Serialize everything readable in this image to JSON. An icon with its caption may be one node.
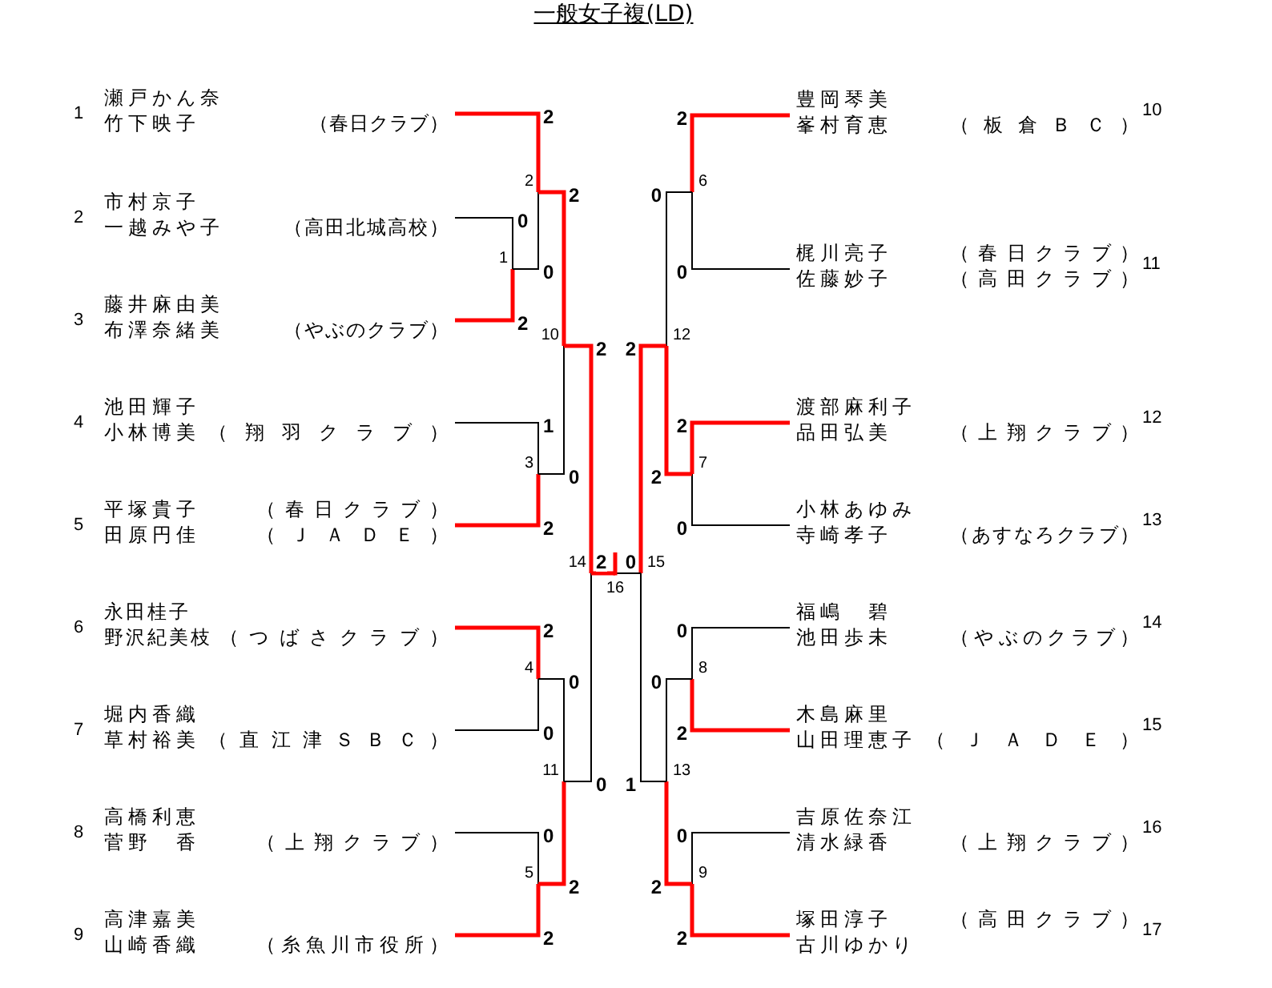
{
  "diagram": {
    "title": "一般女子複(LD)",
    "nodes": [
      {
        "text": [
          "瀬戸かん奈",
          "竹下映子",
          "（春日クラブ）"
        ],
        "beside": [
          "1"
        ]
      },
      {
        "text": [
          "市村京子",
          "一越みや子",
          "（高田北城高校）"
        ],
        "beside": [
          "2"
        ]
      },
      {
        "text": [
          "藤井麻由美",
          "布澤奈緒美",
          "（やぶのクラブ）"
        ],
        "beside": [
          "3"
        ]
      },
      {
        "text": [
          "池田輝子",
          "小林博美",
          "（翔羽クラブ）"
        ],
        "beside": [
          "4"
        ]
      },
      {
        "text": [
          "平塚貴子",
          "（春日クラブ）",
          "田原円佳",
          "（ＪＡＤＥ）"
        ],
        "beside": [
          "5"
        ]
      },
      {
        "text": [
          "永田桂子",
          "野沢紀美枝",
          "（つばさクラブ）"
        ],
        "beside": [
          "6"
        ]
      },
      {
        "text": [
          "堀内香織",
          "草村裕美",
          "（直江津ＳＢＣ）"
        ],
        "beside": [
          "7"
        ]
      },
      {
        "text": [
          "高橋利恵",
          "菅野　香",
          "（上翔クラブ）"
        ],
        "beside": [
          "8"
        ]
      },
      {
        "text": [
          "高津嘉美",
          "山崎香織",
          "（糸魚川市役所）"
        ],
        "beside": [
          "9"
        ]
      },
      {
        "text": [
          "豊岡琴美",
          "峯村育恵",
          "（板倉ＢＣ）"
        ],
        "beside": [
          "10"
        ]
      },
      {
        "text": [
          "梶川亮子",
          "（春日クラブ）",
          "佐藤妙子",
          "（高田クラブ）"
        ],
        "beside": [
          "11"
        ]
      },
      {
        "text": [
          "渡部麻利子",
          "品田弘美",
          "（上翔クラブ）"
        ],
        "beside": [
          "12"
        ]
      },
      {
        "text": [
          "小林あゆみ",
          "寺崎孝子",
          "（あすなろクラブ）"
        ],
        "beside": [
          "13"
        ]
      },
      {
        "text": [
          "福嶋　碧",
          "池田歩未",
          "（やぶのクラブ）"
        ],
        "beside": [
          "14"
        ]
      },
      {
        "text": [
          "木島麻里",
          "山田理恵子",
          "（ＪＡＤＥ）"
        ],
        "beside": [
          "15"
        ]
      },
      {
        "text": [
          "吉原佐奈江",
          "清水緑香",
          "（上翔クラブ）"
        ],
        "beside": [
          "16"
        ]
      },
      {
        "text": [
          "塚田淳子",
          "（高田クラブ）",
          "古川ゆかり"
        ],
        "beside": [
          "17"
        ]
      },
      {
        "text": [
          "1"
        ]
      },
      {
        "text": [
          "2"
        ]
      },
      {
        "text": [
          "3"
        ]
      },
      {
        "text": [
          "4"
        ]
      },
      {
        "text": [
          "5"
        ]
      },
      {
        "text": [
          "6"
        ]
      },
      {
        "text": [
          "7"
        ]
      },
      {
        "text": [
          "8"
        ]
      },
      {
        "text": [
          "9"
        ]
      },
      {
        "text": [
          "10"
        ]
      },
      {
        "text": [
          "11"
        ]
      },
      {
        "text": [
          "12"
        ]
      },
      {
        "text": [
          "13"
        ]
      },
      {
        "text": [
          "14"
        ]
      },
      {
        "text": [
          "15"
        ]
      },
      {
        "text": [
          "16"
        ]
      }
    ],
    "edges": [
      {
        "from": 1,
        "to": 17,
        "arrow": "none",
        "label": "0"
      },
      {
        "from": 2,
        "to": 17,
        "arrow": "none",
        "label": "2",
        "style": "thick",
        "color": "#ff0000"
      },
      {
        "from": 0,
        "to": 18,
        "arrow": "none",
        "label": "2",
        "style": "thick",
        "color": "#ff0000"
      },
      {
        "from": 17,
        "to": 18,
        "arrow": "none",
        "label": "0"
      },
      {
        "from": 3,
        "to": 19,
        "arrow": "none",
        "label": "1"
      },
      {
        "from": 4,
        "to": 19,
        "arrow": "none",
        "label": "2",
        "style": "thick",
        "color": "#ff0000"
      },
      {
        "from": 5,
        "to": 20,
        "arrow": "none",
        "label": "2",
        "style": "thick",
        "color": "#ff0000"
      },
      {
        "from": 6,
        "to": 20,
        "arrow": "none",
        "label": "0"
      },
      {
        "from": 7,
        "to": 21,
        "arrow": "none",
        "label": "0"
      },
      {
        "from": 8,
        "to": 21,
        "arrow": "none",
        "label": "2",
        "style": "thick",
        "color": "#ff0000"
      },
      {
        "from": 9,
        "to": 22,
        "arrow": "none",
        "label": "2",
        "style": "thick",
        "color": "#ff0000"
      },
      {
        "from": 10,
        "to": 22,
        "arrow": "none",
        "label": "0"
      },
      {
        "from": 11,
        "to": 23,
        "arrow": "none",
        "label": "2",
        "style": "thick",
        "color": "#ff0000"
      },
      {
        "from": 12,
        "to": 23,
        "arrow": "none",
        "label": "0"
      },
      {
        "from": 13,
        "to": 24,
        "arrow": "none",
        "label": "0"
      },
      {
        "from": 14,
        "to": 24,
        "arrow": "none",
        "label": "2",
        "style": "thick",
        "color": "#ff0000"
      },
      {
        "from": 15,
        "to": 25,
        "arrow": "none",
        "label": "0"
      },
      {
        "from": 16,
        "to": 25,
        "arrow": "none",
        "label": "2",
        "style": "thick",
        "color": "#ff0000"
      },
      {
        "from": 18,
        "to": 26,
        "arrow": "none",
        "label": "2",
        "style": "thick",
        "color": "#ff0000"
      },
      {
        "from": 19,
        "to": 26,
        "arrow": "none",
        "label": "0"
      },
      {
        "from": 20,
        "to": 27,
        "arrow": "none",
        "label": "0"
      },
      {
        "from": 21,
        "to": 27,
        "arrow": "none",
        "label": "2",
        "style": "thick",
        "color": "#ff0000"
      },
      {
        "from": 22,
        "to": 28,
        "arrow": "none",
        "label": "0"
      },
      {
        "from": 23,
        "to": 28,
        "arrow": "none",
        "label": "2",
        "style": "thick",
        "color": "#ff0000"
      },
      {
        "from": 24,
        "to": 29,
        "arrow": "none",
        "label": "0"
      },
      {
        "from": 25,
        "to": 29,
        "arrow": "none",
        "label": "2",
        "style": "thick",
        "color": "#ff0000"
      },
      {
        "from": 26,
        "to": 30,
        "arrow": "none",
        "label": "2",
        "style": "thick",
        "color": "#ff0000"
      },
      {
        "from": 27,
        "to": 30,
        "arrow": "none",
        "label": "0"
      },
      {
        "from": 28,
        "to": 31,
        "arrow": "none",
        "label": "2",
        "style": "thick",
        "color": "#ff0000"
      },
      {
        "from": 29,
        "to": 31,
        "arrow": "none",
        "label": "1"
      },
      {
        "from": 30,
        "to": 32,
        "arrow": "none",
        "label": "2",
        "style": "thick",
        "color": "#ff0000"
      },
      {
        "from": 31,
        "to": 32,
        "arrow": "none",
        "label": "0"
      }
    ]
  }
}
